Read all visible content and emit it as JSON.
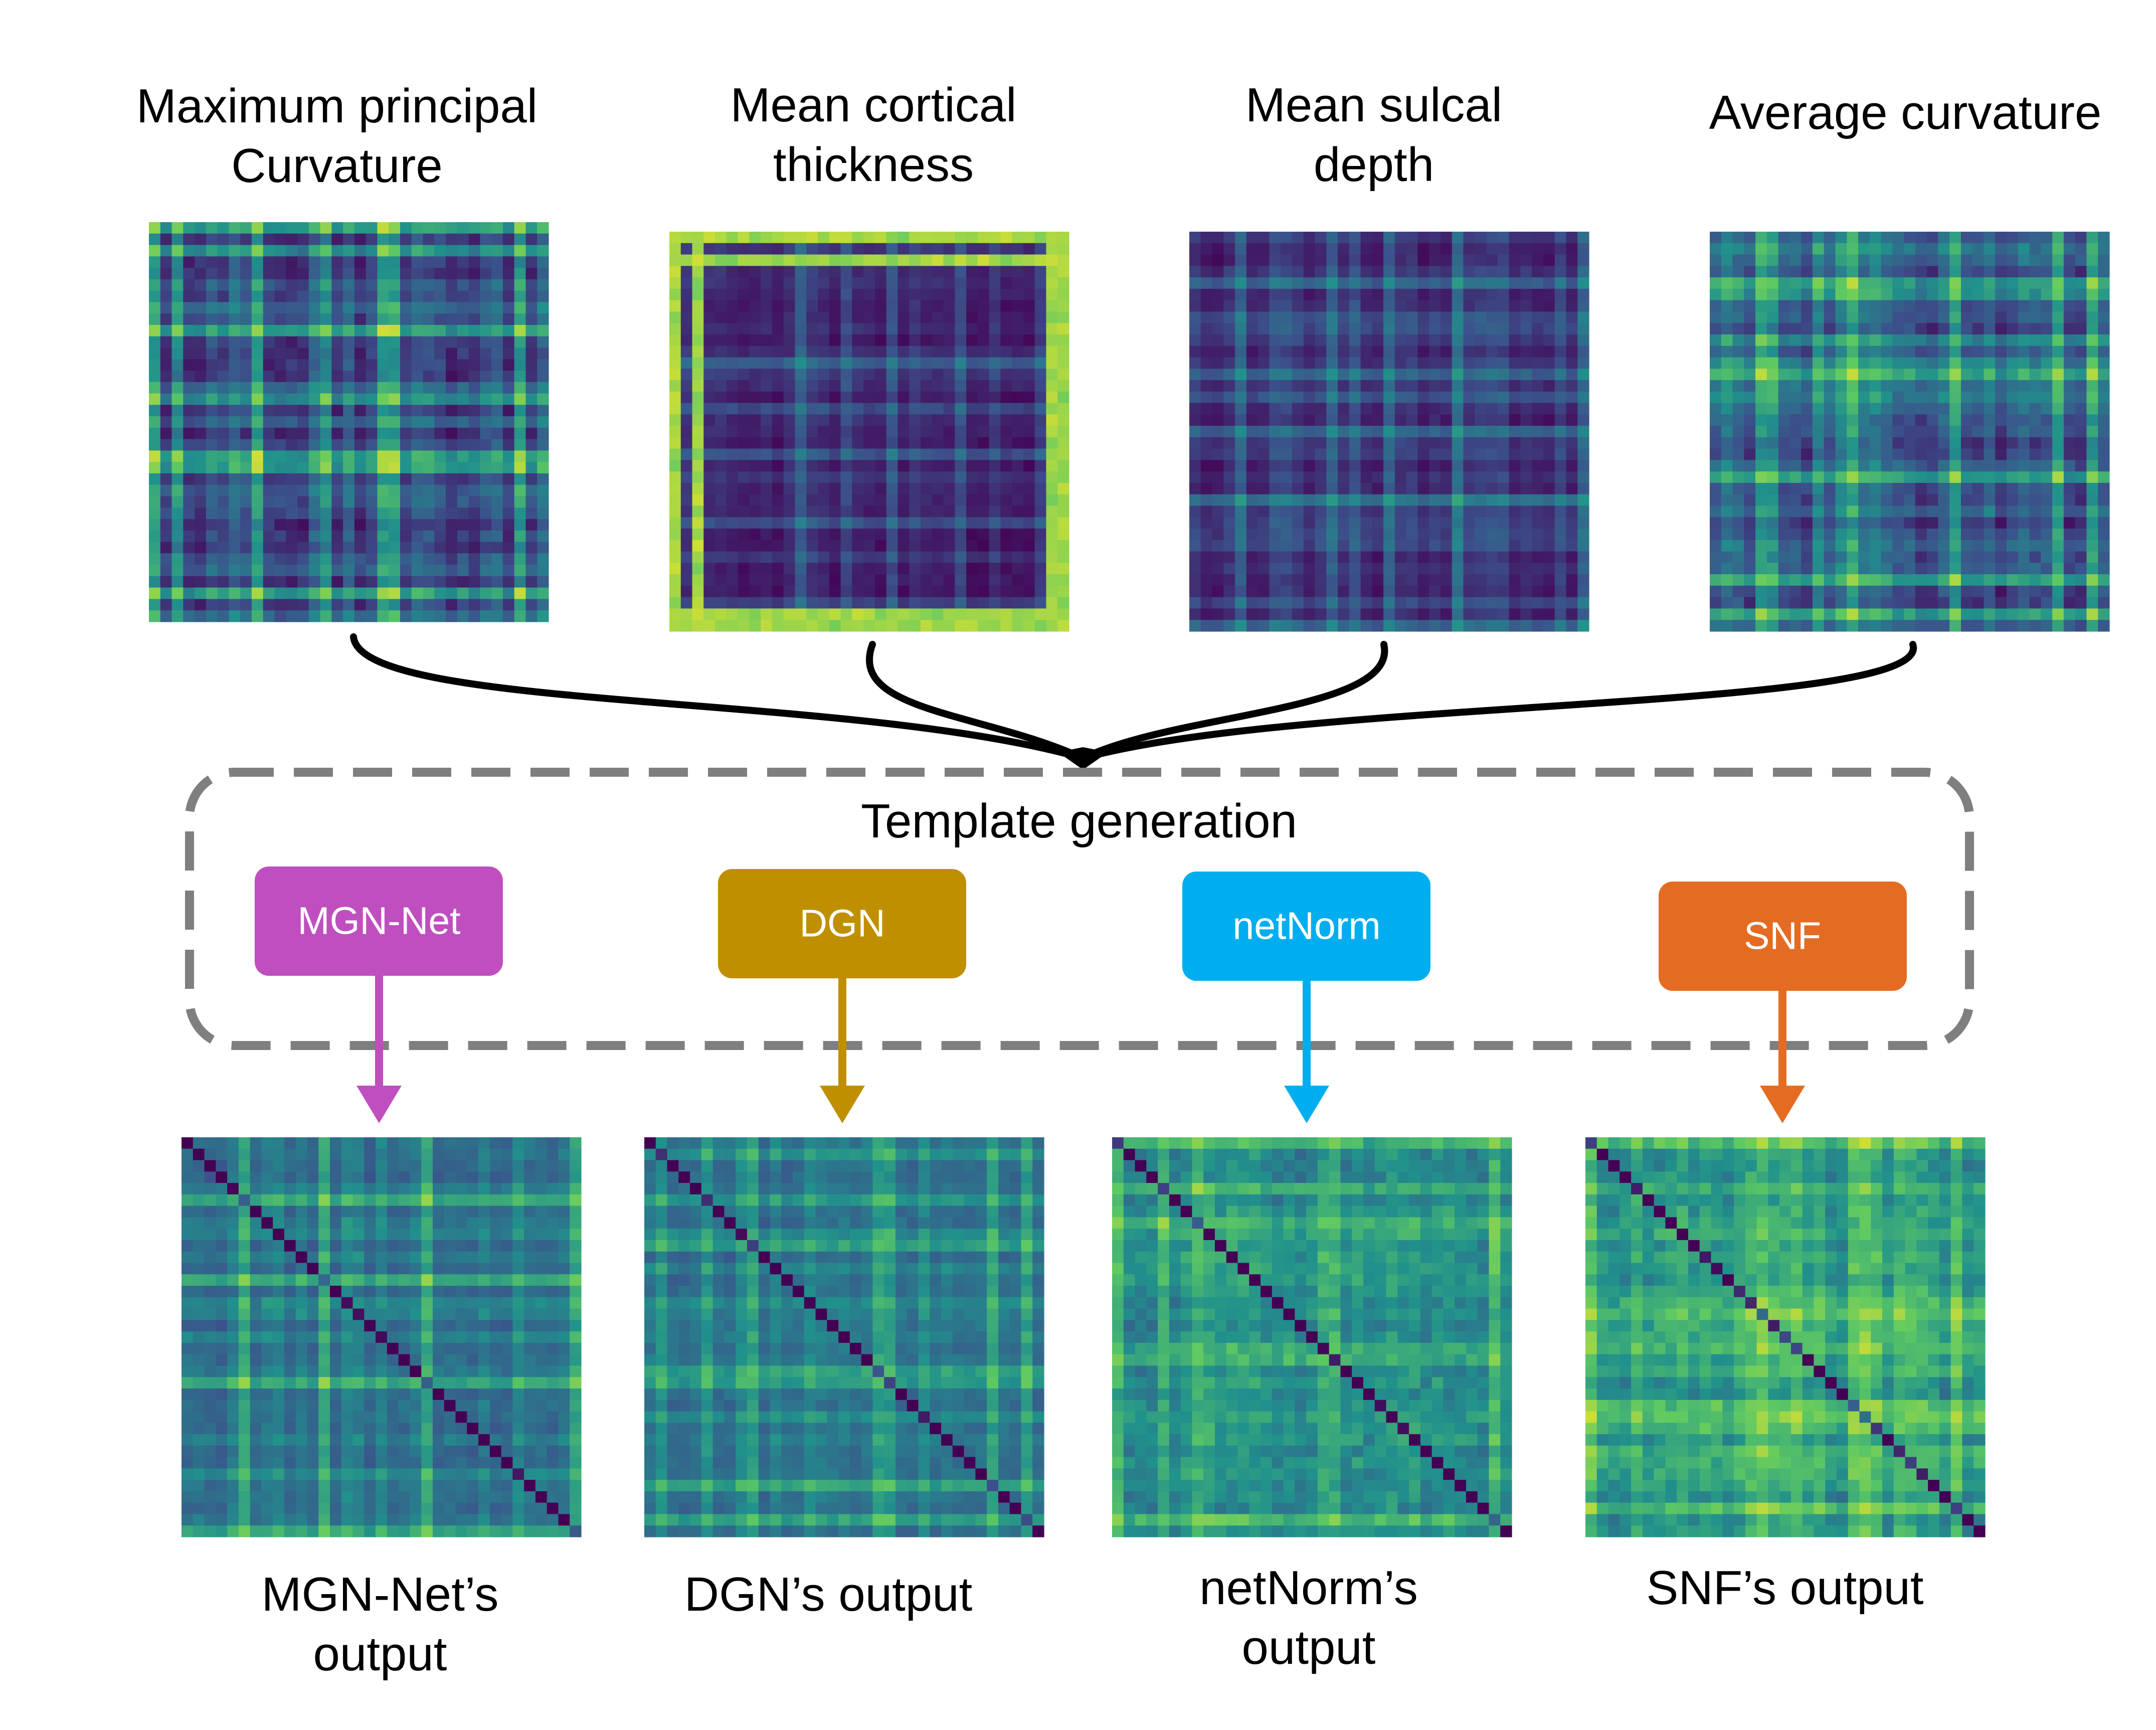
{
  "input_matrices": [
    {
      "label_lines": [
        "Maximum principal",
        "Curvature"
      ]
    },
    {
      "label_lines": [
        "Mean cortical",
        "thickness"
      ]
    },
    {
      "label_lines": [
        "Mean sulcal",
        "depth"
      ]
    },
    {
      "label_lines": [
        "Average curvature"
      ]
    }
  ],
  "template": {
    "title": "Template generation"
  },
  "methods": [
    {
      "name": "MGN-Net",
      "color": "#BF4FBF"
    },
    {
      "name": "DGN",
      "color": "#BF8F00"
    },
    {
      "name": "netNorm",
      "color": "#00AEEF"
    },
    {
      "name": "SNF",
      "color": "#E46C22"
    }
  ],
  "outputs": [
    {
      "label_lines": [
        "MGN-Net’s",
        "output"
      ]
    },
    {
      "label_lines": [
        "DGN’s output"
      ]
    },
    {
      "label_lines": [
        "netNorm’s",
        "output"
      ]
    },
    {
      "label_lines": [
        "SNF’s output"
      ]
    }
  ],
  "colormap": [
    "#440154",
    "#3b528b",
    "#21918c",
    "#5ec962",
    "#fde725"
  ]
}
